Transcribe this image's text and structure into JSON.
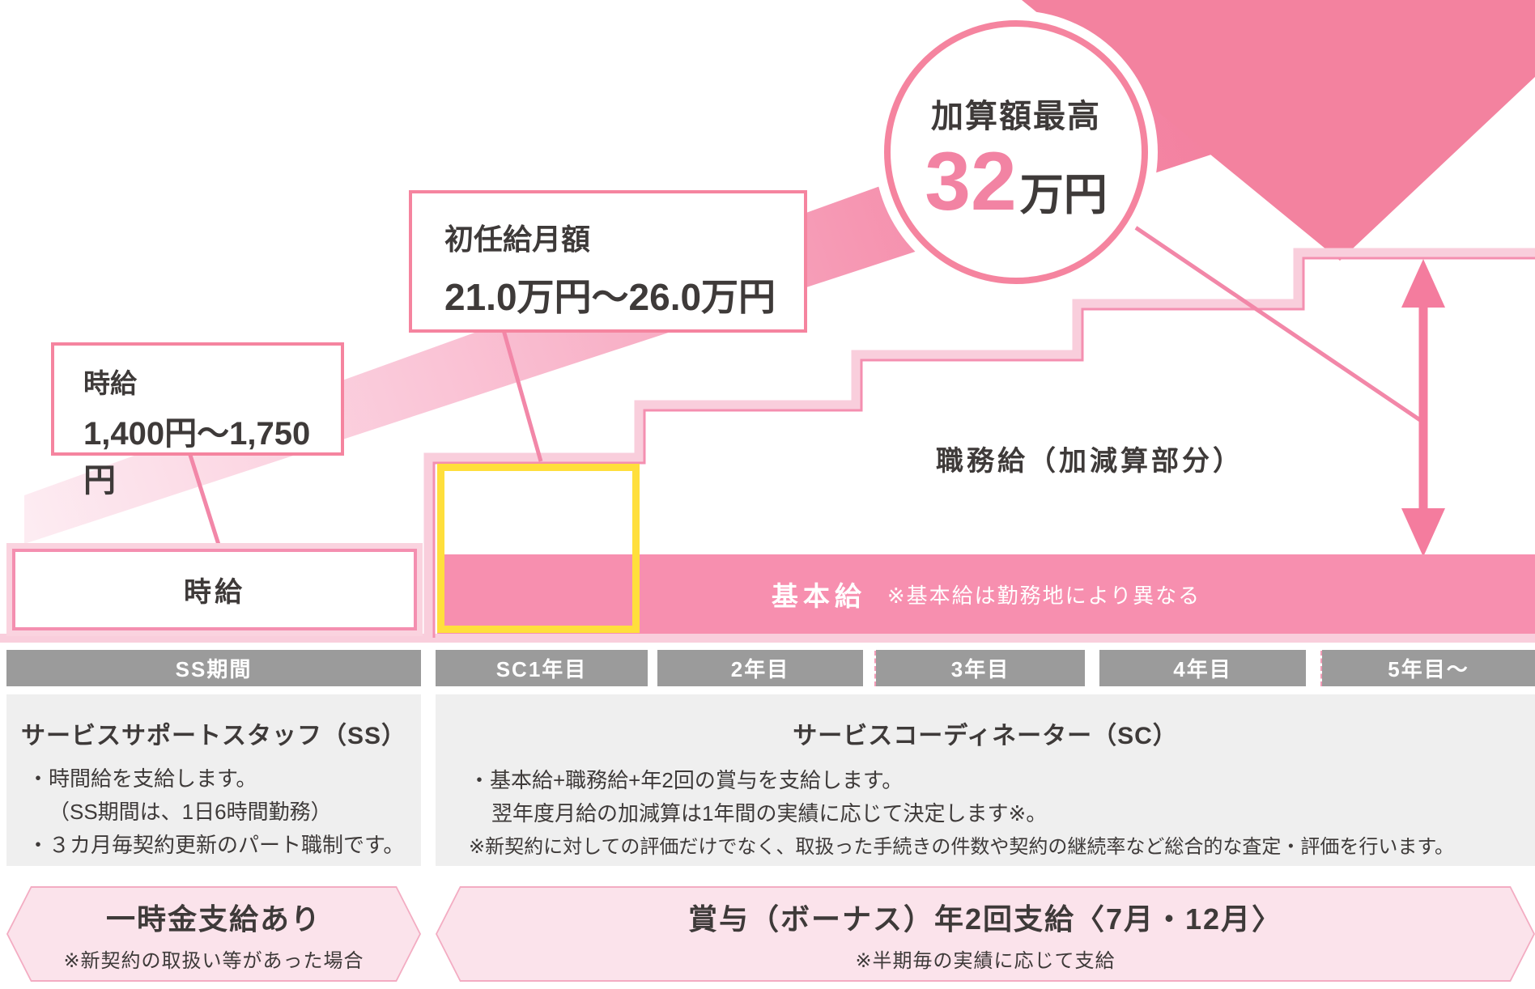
{
  "colors": {
    "pink_strong": "#F47C9E",
    "pink_accent": "#F48FB0",
    "pink_bar": "#F78FAF",
    "pink_pale": "#F9CEDC",
    "banner_fill": "#FBE3EB",
    "highlight_yellow": "#FFDF3C",
    "gray_bar": "#9B9B9B",
    "gray_box": "#EFEFEF",
    "text_dark": "#3E3A39"
  },
  "callouts": {
    "hourly": {
      "title": "時給",
      "value": "1,400円〜1,750円"
    },
    "starting_salary": {
      "title": "初任給月額",
      "value": "21.0万円〜26.0万円"
    },
    "max_addition": {
      "title": "加算額最高",
      "number": "32",
      "unit": "万円"
    }
  },
  "diagram": {
    "duty_pay_label": "職務給（加減算部分）",
    "hourly_bar_label": "時給",
    "base_pay_label": "基本給",
    "base_pay_note": "※基本給は勤務地により異なる"
  },
  "timeline": {
    "periods": [
      "SS期間",
      "SC1年目",
      "2年目",
      "3年目",
      "4年目",
      "5年目〜"
    ]
  },
  "roles": {
    "ss": {
      "title": "サービスサポートスタッフ（SS）",
      "lines": [
        "・時間給を支給します。",
        "（SS期間は、1日6時間勤務）",
        "・３カ月毎契約更新のパート職制です。"
      ]
    },
    "sc": {
      "title": "サービスコーディネーター（SC）",
      "lines": [
        "・基本給+職務給+年2回の賞与を支給します。",
        "翌年度月給の加減算は1年間の実績に応じて決定します※。",
        "※新契約に対しての評価だけでなく、取扱った手続きの件数や契約の継続率など総合的な査定・評価を行います。"
      ]
    }
  },
  "banners": {
    "ss": {
      "title": "一時金支給あり",
      "note": "※新契約の取扱い等があった場合"
    },
    "sc": {
      "title": "賞与（ボーナス）年2回支給〈7月・12月〉",
      "note": "※半期毎の実績に応じて支給"
    }
  }
}
